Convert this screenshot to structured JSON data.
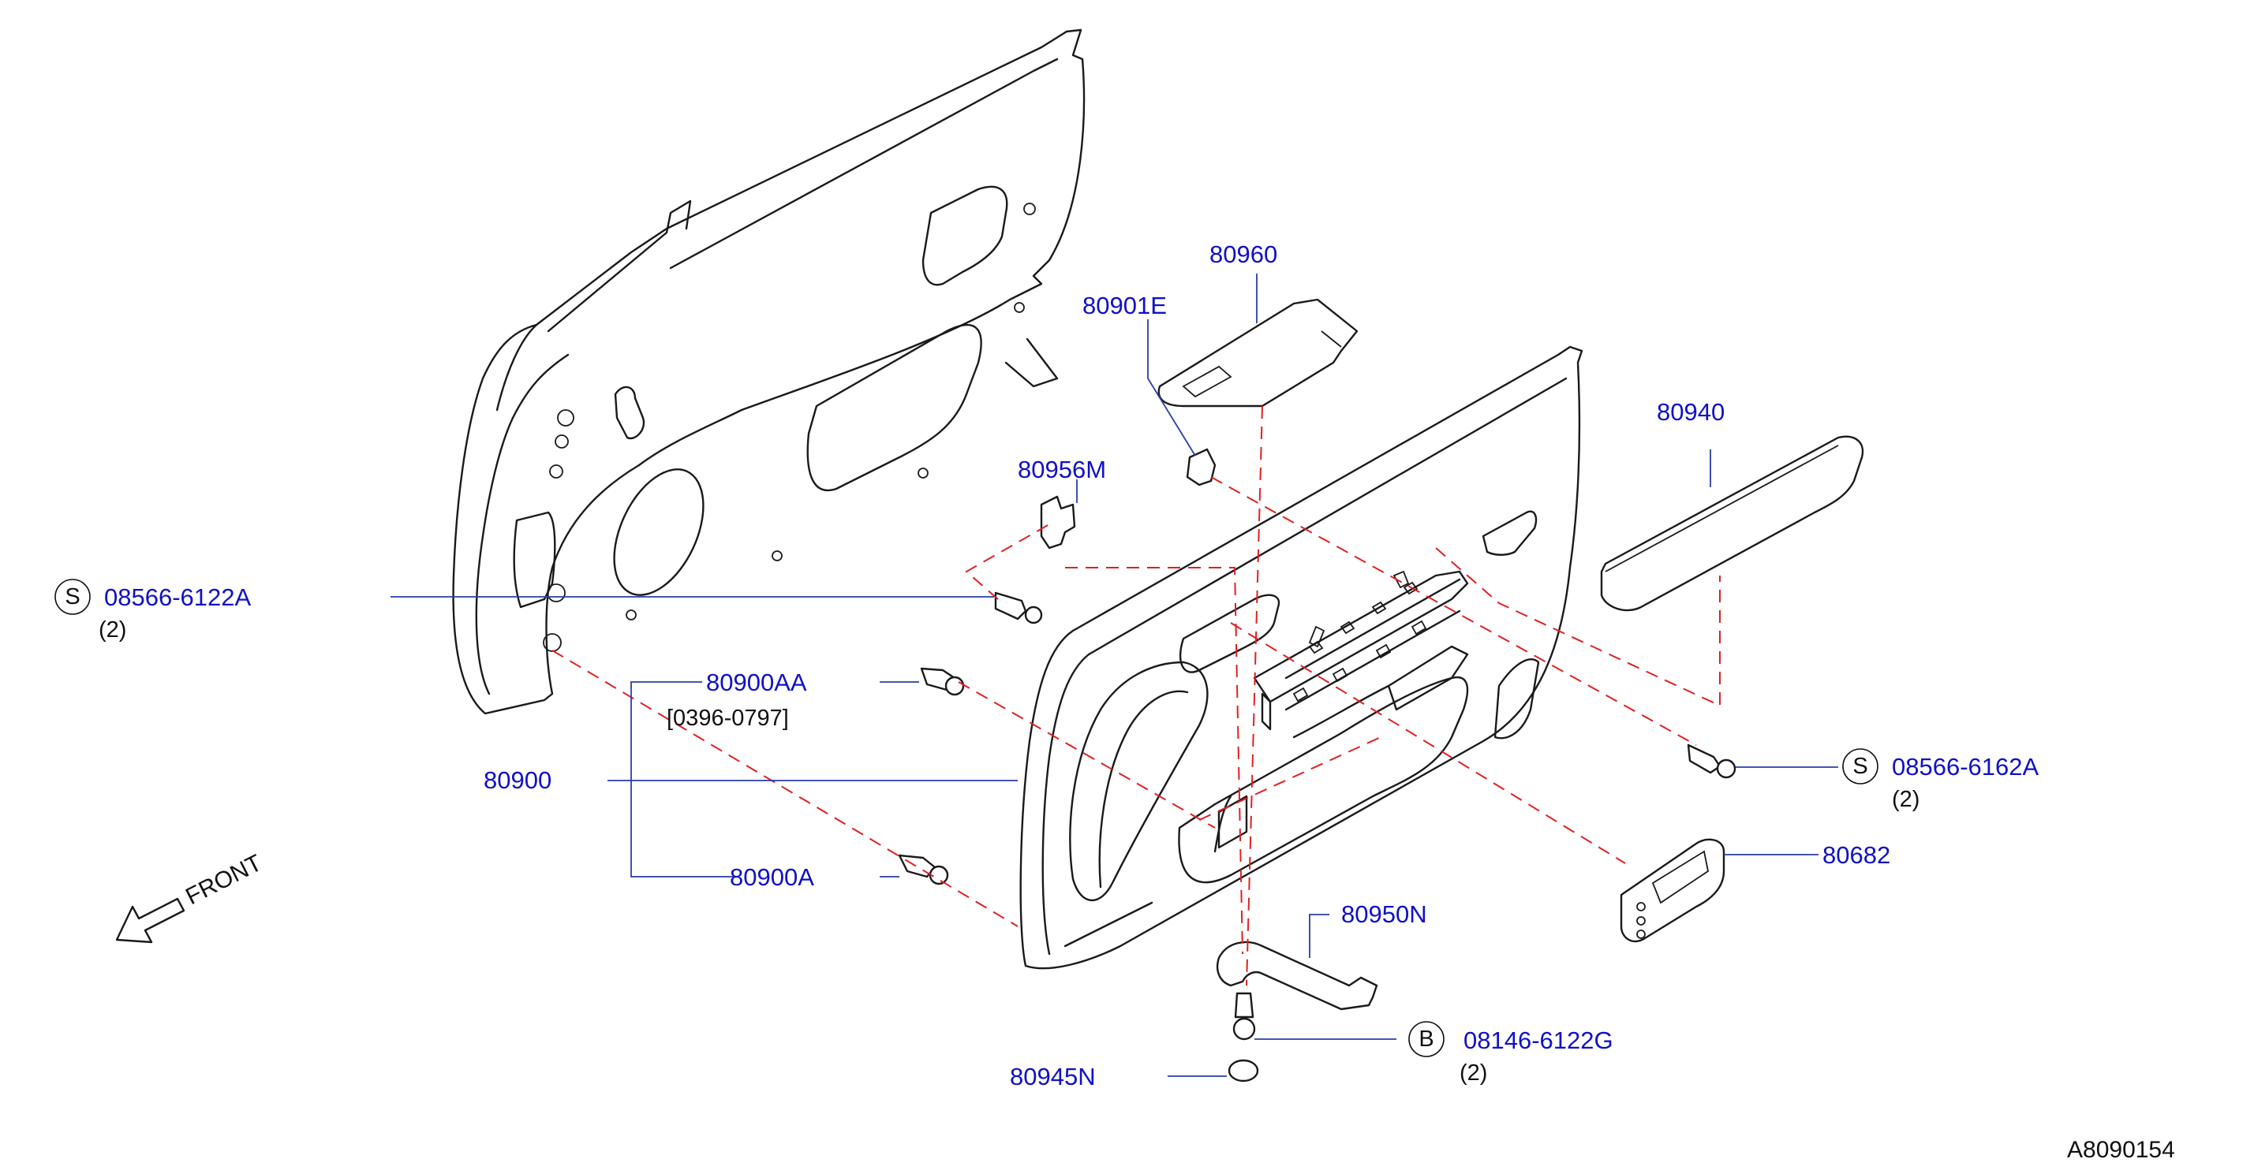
{
  "diagram": {
    "code": "A8090154",
    "front_label": "FRONT",
    "parts": {
      "p80960": "80960",
      "p80901E": "80901E",
      "p80940": "80940",
      "p80956M": "80956M",
      "p08566_6122A": "08566-6122A",
      "q08566_6122A": "(2)",
      "s08566_6122A": "S",
      "p80900AA": "80900AA",
      "n80900AA": "[0396-0797]",
      "p80900": "80900",
      "p80900A": "80900A",
      "p08566_6162A": "08566-6162A",
      "q08566_6162A": "(2)",
      "s08566_6162A": "S",
      "p80682": "80682",
      "p80950N": "80950N",
      "p08146_6122G": "08146-6122G",
      "q08146_6122G": "(2)",
      "s08146_6122G": "B",
      "p80945N": "80945N"
    }
  }
}
